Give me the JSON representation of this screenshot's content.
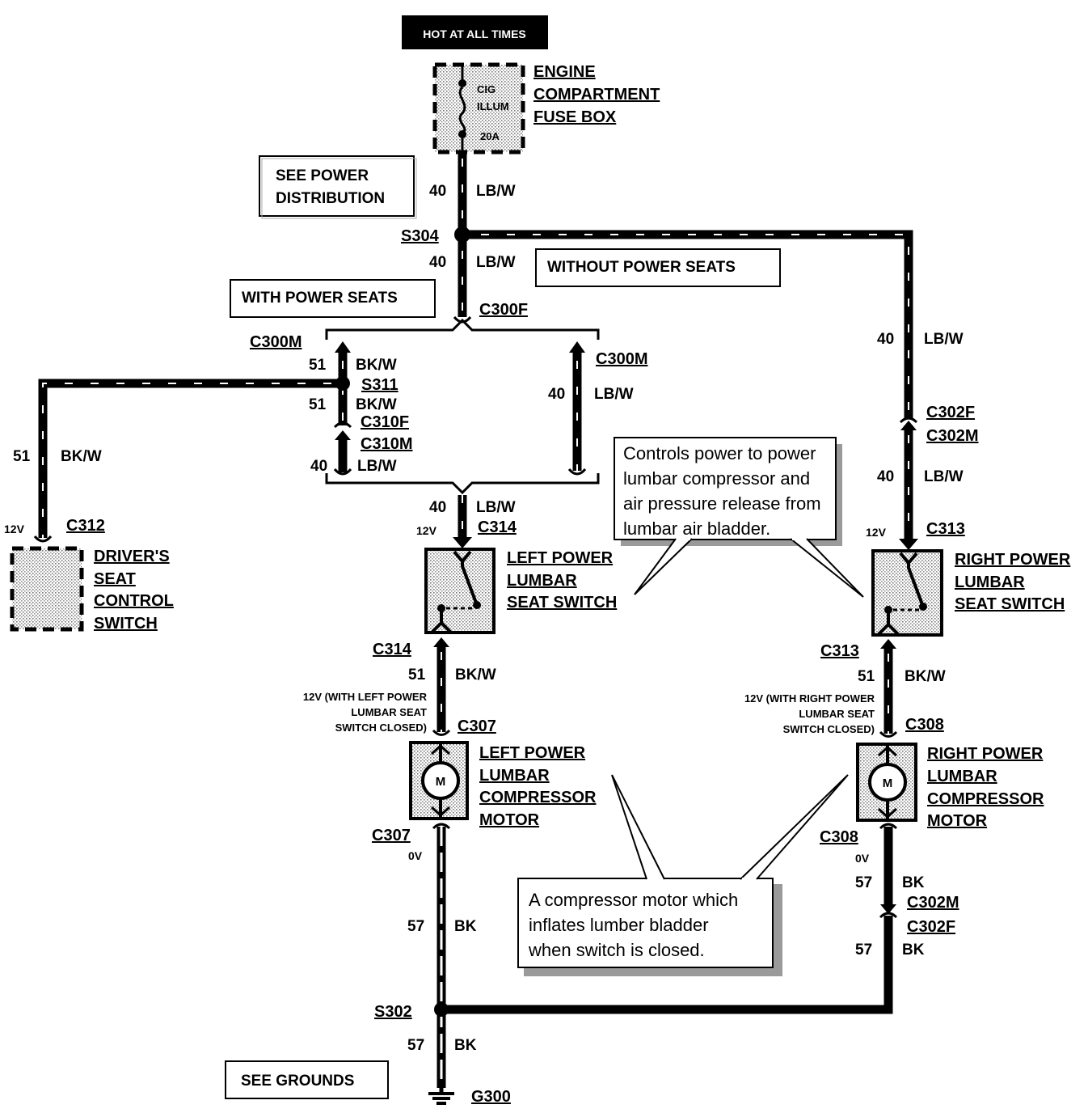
{
  "hot_label": "HOT AT ALL TIMES",
  "fuse": {
    "line1": "CIG",
    "line2": "ILLUM",
    "line3": "20A"
  },
  "fuse_box": [
    "ENGINE",
    "COMPARTMENT",
    "FUSE BOX"
  ],
  "boxes": {
    "power_dist": [
      "SEE POWER",
      "DISTRIBUTION"
    ],
    "with_power_seats": "WITH POWER SEATS",
    "without_power_seats": "WITHOUT POWER SEATS",
    "grounds": "SEE GROUNDS"
  },
  "splices": {
    "s304": "S304",
    "s311": "S311",
    "s302": "S302",
    "g300": "G300"
  },
  "connectors": {
    "c300f": "C300F",
    "c300m_left": "C300M",
    "c300m_right": "C300M",
    "c310f": "C310F",
    "c310m": "C310M",
    "c302f_top": "C302F",
    "c302m_top": "C302M",
    "c312": "C312",
    "c314_top": "C314",
    "c314_bottom": "C314",
    "c313_top": "C313",
    "c313_bottom": "C313",
    "c307_top": "C307",
    "c307_bottom": "C307",
    "c308_top": "C308",
    "c308_bottom": "C308",
    "c302m_bottom": "C302M",
    "c302f_bottom": "C302F"
  },
  "wires": {
    "w40": "40",
    "w51": "51",
    "w57": "57",
    "lbw": "LB/W",
    "bkw": "BK/W",
    "bk": "BK"
  },
  "voltages": {
    "v12": "12V",
    "v0": "0V"
  },
  "components": {
    "driver_seat": [
      "DRIVER'S",
      "SEAT",
      "CONTROL",
      "SWITCH"
    ],
    "left_switch": [
      "LEFT POWER",
      "LUMBAR",
      "SEAT SWITCH"
    ],
    "right_switch": [
      "RIGHT POWER",
      "LUMBAR",
      "SEAT SWITCH"
    ],
    "left_motor": [
      "LEFT POWER",
      "LUMBAR",
      "COMPRESSOR",
      "MOTOR"
    ],
    "right_motor": [
      "RIGHT POWER",
      "LUMBAR",
      "COMPRESSOR",
      "MOTOR"
    ],
    "motor_symbol": "M"
  },
  "left_condition": [
    "12V (WITH LEFT POWER",
    "LUMBAR SEAT",
    "SWITCH CLOSED)"
  ],
  "right_condition": [
    "12V (WITH RIGHT POWER",
    "LUMBAR SEAT",
    "SWITCH CLOSED)"
  ],
  "callouts": {
    "switch_note": [
      "Controls power to power",
      "lumbar compressor and",
      "air pressure release from",
      "lumbar air bladder."
    ],
    "motor_note": [
      "A compressor motor which",
      "inflates lumber bladder",
      "when switch is closed."
    ]
  }
}
